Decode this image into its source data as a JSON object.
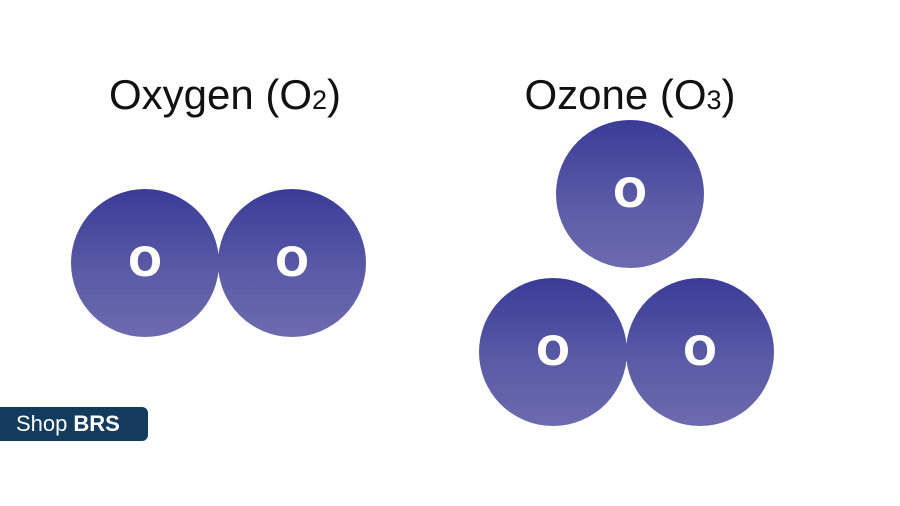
{
  "oxygen": {
    "title_main": "Oxygen (O",
    "title_sub": "2",
    "title_close": ")",
    "atoms": [
      "O",
      "O"
    ]
  },
  "ozone": {
    "title_main": "Ozone (O",
    "title_sub": "3",
    "title_close": ")",
    "atoms": [
      "O",
      "O",
      "O"
    ]
  },
  "badge": {
    "text": "Shop",
    "bold_text": "BRS"
  },
  "colors": {
    "atom_top": "#3a3b97",
    "atom_bottom": "#6c6bae",
    "badge_bg": "#123b5e"
  }
}
